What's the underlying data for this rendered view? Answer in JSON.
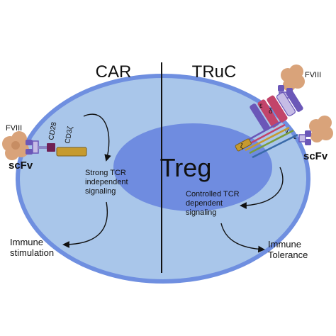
{
  "labels": {
    "car": "CAR",
    "truc": "TRuC",
    "treg": "Treg",
    "fviii_left": "FVIII",
    "fviii_right": "FVIII",
    "scfv_left": "scFv",
    "scfv_right": "scFv",
    "cd28": "CD28",
    "cd3z": "CD3ζ",
    "strong_tcr": [
      "Strong TCR",
      "independent",
      "signaling"
    ],
    "controlled_tcr": [
      "Controlled TCR",
      "dependent",
      "signaling"
    ],
    "immune_stimulation": [
      "Immune",
      "stimulation"
    ],
    "immune_tolerance": [
      "Immune",
      "Tolerance"
    ],
    "subunit_e1": "ε",
    "subunit_d": "δ",
    "subunit_g": "γ",
    "subunit_e2": "ε",
    "subunit_z": "ζ"
  },
  "colors": {
    "cell_fill": "#a9c6ea",
    "cell_stroke": "#6f8fe0",
    "nucleus": "#6f8ce0",
    "purple": "#6b57b8",
    "maroon": "#6e1f54",
    "gold": "#c69a2e",
    "fviii": "#d9a37a",
    "pink": "#c2446a"
  }
}
